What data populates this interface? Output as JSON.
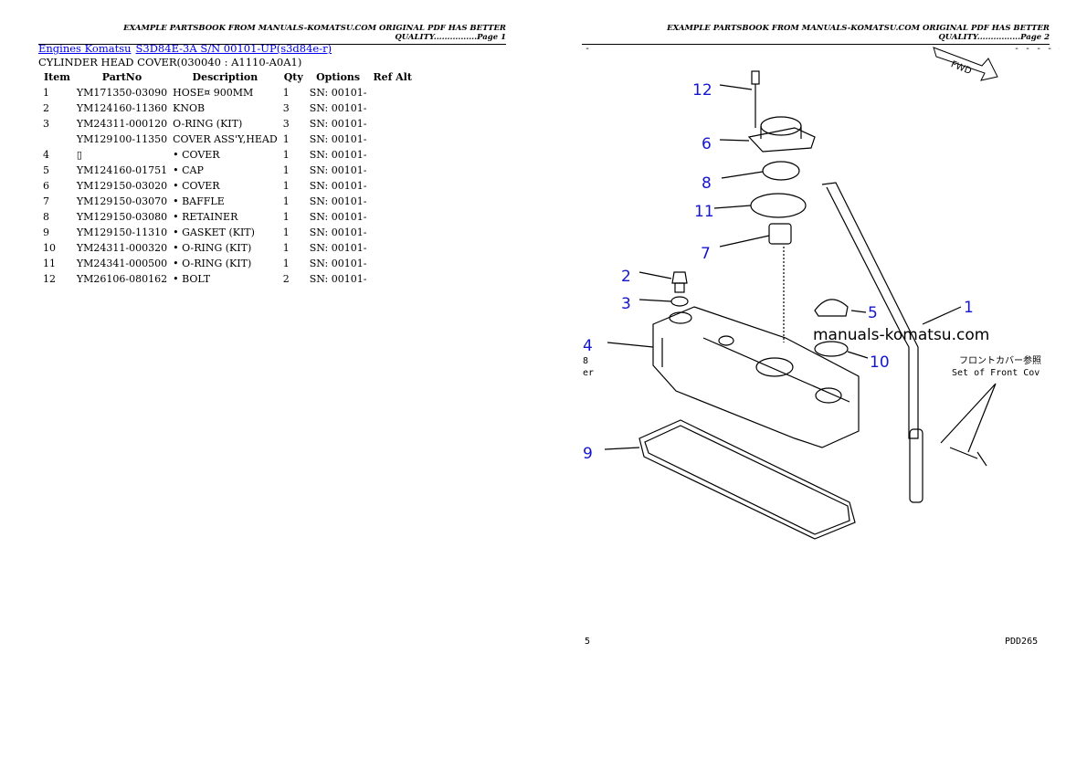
{
  "header": {
    "page1": "EXAMPLE PARTSBOOK FROM MANUALS-KOMATSU.COM ORIGINAL PDF HAS BETTER QUALITY................Page 1",
    "page2": "EXAMPLE PARTSBOOK FROM MANUALS-KOMATSU.COM ORIGINAL PDF HAS BETTER QUALITY................Page 2"
  },
  "breadcrumb": [
    {
      "label": "Engines Komatsu"
    },
    {
      "label": "S3D84E-3A S/N 00101-UP(s3d84e-r)"
    }
  ],
  "subtitle": "CYLINDER HEAD COVER(030040 : A1110-A0A1)",
  "table": {
    "columns": [
      "Item",
      "PartNo",
      "Description",
      "Qty",
      "Options",
      "Ref Alt"
    ],
    "rows": [
      [
        "1",
        "YM171350-03090",
        "HOSE¤ 900MM",
        "1",
        "SN: 00101-",
        ""
      ],
      [
        "2",
        "YM124160-11360",
        "KNOB",
        "3",
        "SN: 00101-",
        ""
      ],
      [
        "3",
        "YM24311-000120",
        "O-RING (KIT)",
        "3",
        "SN: 00101-",
        ""
      ],
      [
        "",
        "YM129100-11350",
        "COVER ASS'Y,HEAD",
        "1",
        "SN: 00101-",
        ""
      ],
      [
        "4",
        "▯",
        "• COVER",
        "1",
        "SN: 00101-",
        ""
      ],
      [
        "5",
        "YM124160-01751",
        "• CAP",
        "1",
        "SN: 00101-",
        ""
      ],
      [
        "6",
        "YM129150-03020",
        "• COVER",
        "1",
        "SN: 00101-",
        ""
      ],
      [
        "7",
        "YM129150-03070",
        "• BAFFLE",
        "1",
        "SN: 00101-",
        ""
      ],
      [
        "8",
        "YM129150-03080",
        "• RETAINER",
        "1",
        "SN: 00101-",
        ""
      ],
      [
        "9",
        "YM129150-11310",
        "• GASKET (KIT)",
        "1",
        "SN: 00101-",
        ""
      ],
      [
        "10",
        "YM24311-000320",
        "• O-RING (KIT)",
        "1",
        "SN: 00101-",
        ""
      ],
      [
        "11",
        "YM24341-000500",
        "• O-RING (KIT)",
        "1",
        "SN: 00101-",
        ""
      ],
      [
        "12",
        "YM26106-080162",
        "• BOLT",
        "2",
        "SN: 00101-",
        ""
      ]
    ]
  },
  "diagram": {
    "callouts": [
      "12",
      "6",
      "8",
      "11",
      "7",
      "2",
      "3",
      "5",
      "1",
      "4",
      "10",
      "9"
    ],
    "watermark": "manuals-komatsu.com",
    "note_jp": "フロントカバー参照",
    "note_en": "Set of Front Cov",
    "fwd": "FWD",
    "left_cut_1": "8",
    "left_cut_2": "er",
    "corner_left": "-",
    "corner_right": "- - - - -",
    "page_no": "5",
    "drawing_no": "PDD265",
    "colors": {
      "callout": "#1515d0"
    }
  }
}
